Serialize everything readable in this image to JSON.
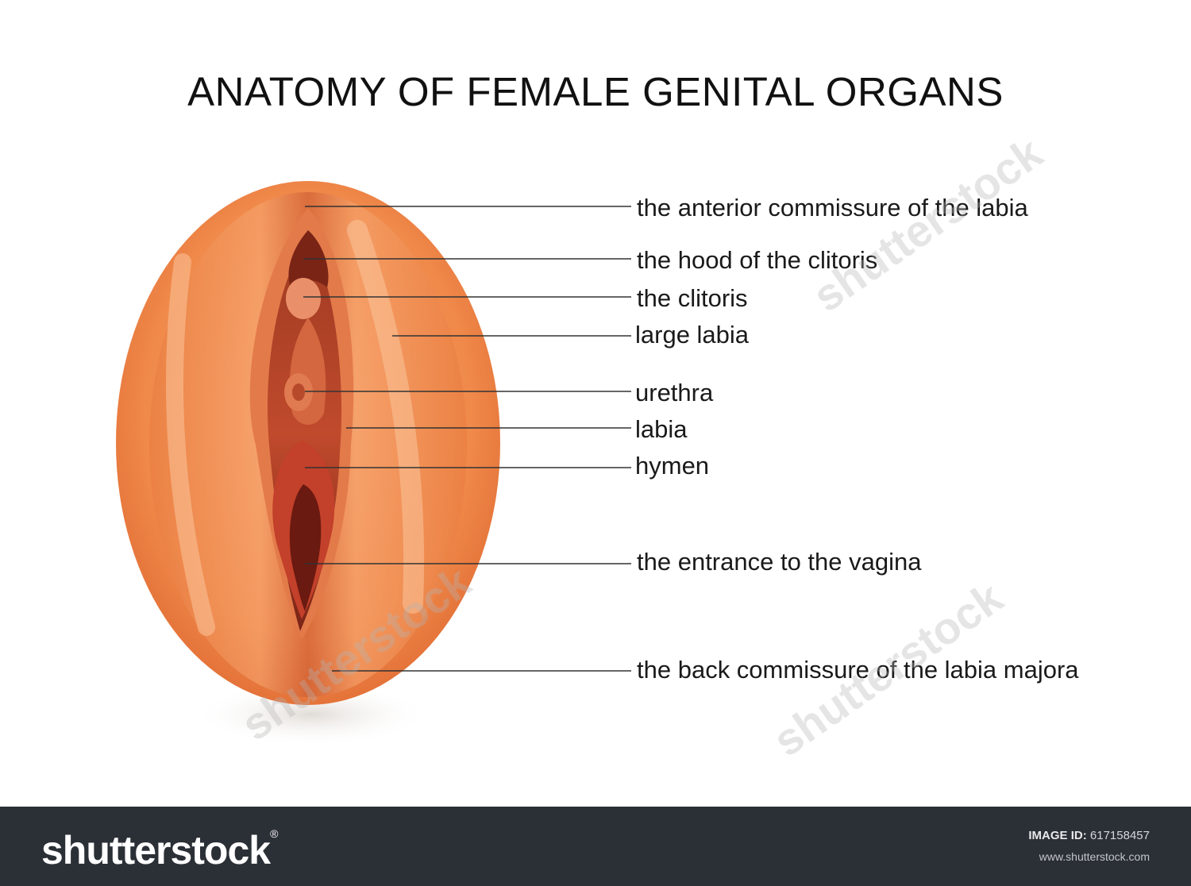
{
  "title": "ANATOMY OF FEMALE GENITAL ORGANS",
  "labels": [
    "the anterior commissure of the labia",
    "the hood of the clitoris",
    "the clitoris",
    "large labia",
    "urethra",
    "labia",
    "hymen",
    "the entrance to the vagina",
    "the back commissure of the labia majora"
  ],
  "footer": {
    "logo": "shutterstock",
    "image_id_label": "IMAGE ID:",
    "image_id": "617158457",
    "url": "www.shutterstock.com"
  },
  "watermark_text": "shutterstock",
  "colors": {
    "outer_tissue": "#f08a4b",
    "inner_tissue": "#b8432a",
    "footer_bg": "#2b2f36"
  }
}
